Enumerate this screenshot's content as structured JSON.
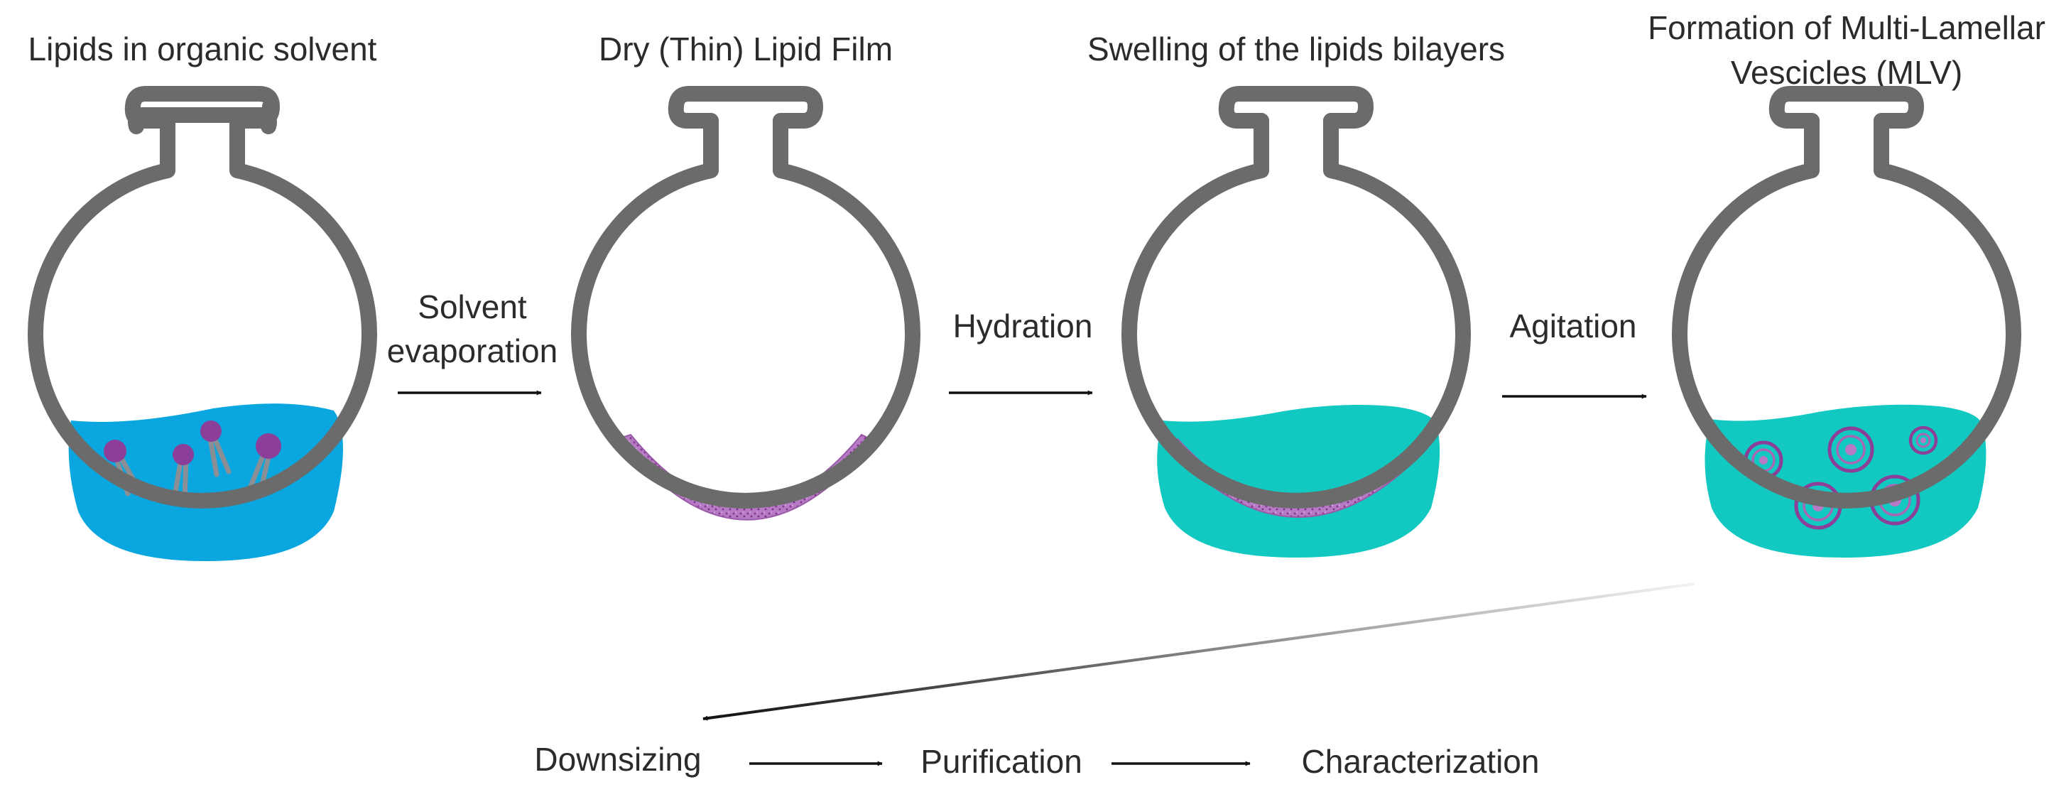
{
  "steps": [
    {
      "title_lines": [
        "Lipids in organic solvent"
      ],
      "contents": "solvent-with-lipids"
    },
    {
      "title_lines": [
        "Dry (Thin) Lipid Film"
      ],
      "contents": "thin-film"
    },
    {
      "title_lines": [
        "Swelling of the lipids bilayers"
      ],
      "contents": "hydrated-film"
    },
    {
      "title_lines": [
        "Formation of Multi-Lamellar",
        "Vescicles (MLV)"
      ],
      "contents": "vesicles"
    }
  ],
  "transitions": [
    {
      "lines": [
        "Solvent",
        "evaporation"
      ]
    },
    {
      "lines": [
        "Hydration"
      ]
    },
    {
      "lines": [
        "Agitation"
      ]
    }
  ],
  "post_steps": [
    "Downsizing",
    "Purification",
    "Characterization"
  ],
  "colors": {
    "flask": "#6b6b6b",
    "solvent": "#0aa6e0",
    "aqueous": "#12c9c1",
    "lipid": "#8b3f98",
    "lipid_film": "#b67bc4",
    "arrow": "#111111",
    "text": "#2b2b2b"
  }
}
